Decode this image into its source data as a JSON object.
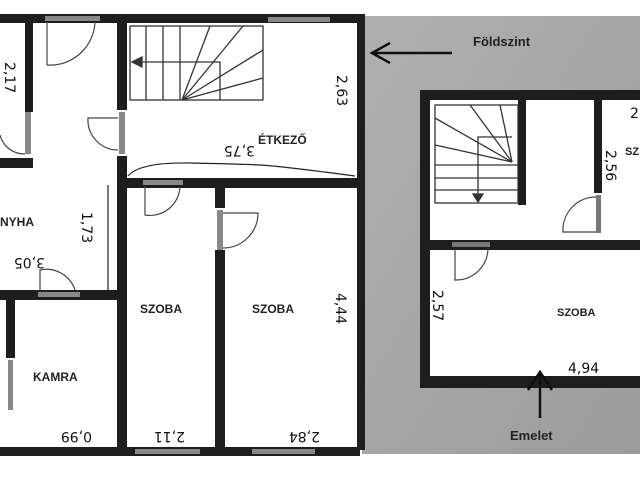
{
  "ground_floor": {
    "level_label": "Földszint",
    "rooms": [
      {
        "name": "ÉTKEZŐ"
      },
      {
        "name": "NYHA"
      },
      {
        "name": "SZOBA"
      },
      {
        "name": "SZOBA"
      },
      {
        "name": "KAMRA"
      }
    ],
    "dimensions": [
      "2,17",
      "2,63",
      "3,75",
      "1,73",
      "3,05",
      "4,44",
      "0,99",
      "2,11",
      "2,84"
    ]
  },
  "upper_floor": {
    "level_label": "Emelet",
    "rooms": [
      {
        "name": "SZOBA"
      },
      {
        "name": "SZ"
      }
    ],
    "dimensions": [
      "2,57",
      "4,94",
      "2,56",
      "2"
    ]
  },
  "colors": {
    "wall": "#1e1e1e",
    "background_gray": "#a8a8a8",
    "paper": "#ffffff"
  }
}
